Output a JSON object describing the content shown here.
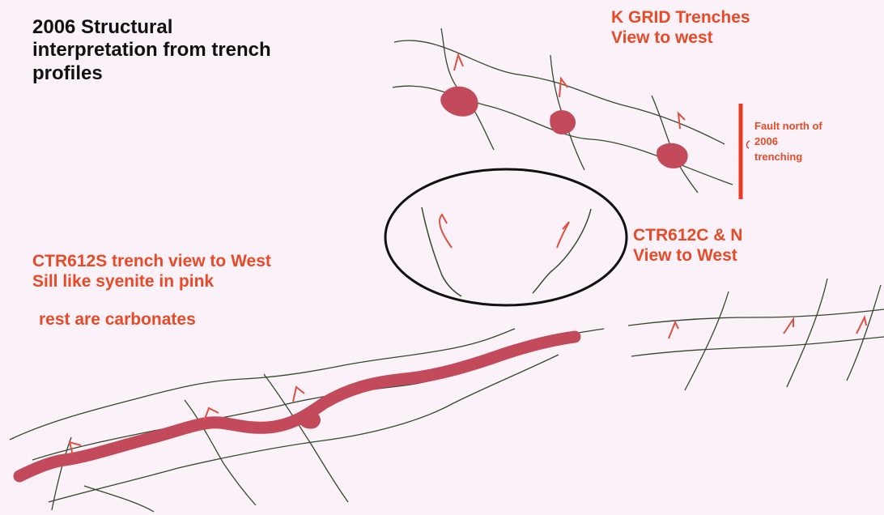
{
  "title": "2006 Structural\ninterpretation from trench\nprofiles",
  "labels": {
    "kgrid": "K GRID Trenches\nView to west",
    "fault": "Fault north of\n2006\ntrenching",
    "ctr612cn": "CTR612C & N\nView to West",
    "ctr612s": "CTR612S trench view to West\nSill like syenite in pink",
    "rest": "rest are carbonates"
  },
  "colors": {
    "background": "#faf2f8",
    "annotation_red": "#e84a28",
    "fault_red": "#e83b24",
    "syenite_pink": "#c24a5a",
    "trench_line": "#34472c",
    "arrow_red": "#e05040",
    "ellipse": "#111111"
  }
}
